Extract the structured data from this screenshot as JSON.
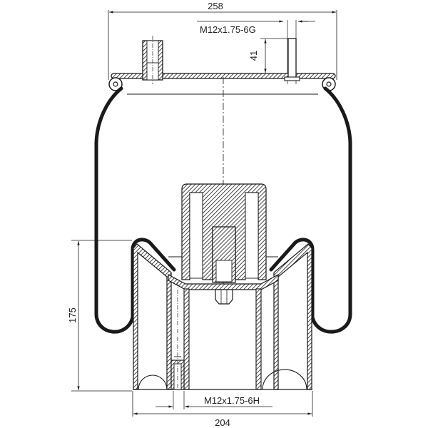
{
  "drawing": {
    "title": "Air spring cross-section technical drawing",
    "dimensions": {
      "top_width": "258",
      "top_thread": "M12x1.75-6G",
      "stud_height": "41",
      "height": "175",
      "bottom_thread": "M12x1.75-6H",
      "bottom_width": "204"
    },
    "colors": {
      "line": "#1a1a1a",
      "background": "#ffffff"
    }
  }
}
